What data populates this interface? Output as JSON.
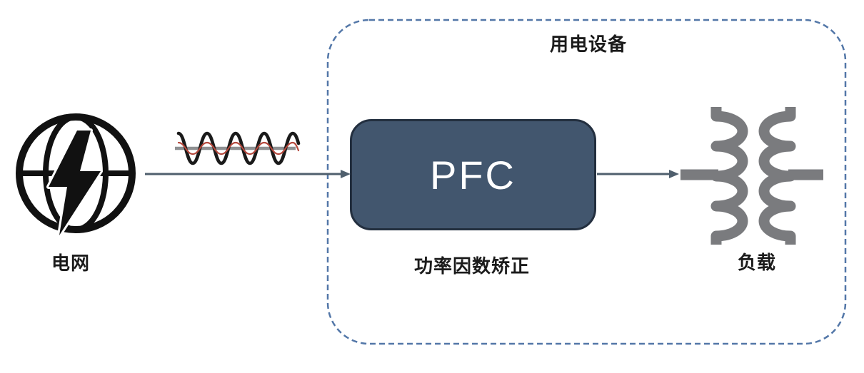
{
  "diagram": {
    "grid": {
      "label": "电网"
    },
    "device_box": {
      "title": "用电设备"
    },
    "pfc": {
      "label": "PFC",
      "caption": "功率因数矫正"
    },
    "load": {
      "label": "负载"
    },
    "icons": {
      "source": "power-grid-globe-icon",
      "input": "ac-waveform-icon",
      "output": "load-transformer-icon"
    }
  },
  "colors": {
    "background": "#ffffff",
    "pfc_box_fill": "#42566e",
    "pfc_box_border": "#232f3f",
    "pfc_text": "#ffffff",
    "device_box_dash": "#5377a8",
    "arrow": "#4f5f6d",
    "wave_black": "#1a1a1a",
    "wave_red": "#b5483c",
    "wave_axis_gray": "#8e9092",
    "coil_gray": "#7a7b7e",
    "label_text": "#1b1b1b"
  }
}
